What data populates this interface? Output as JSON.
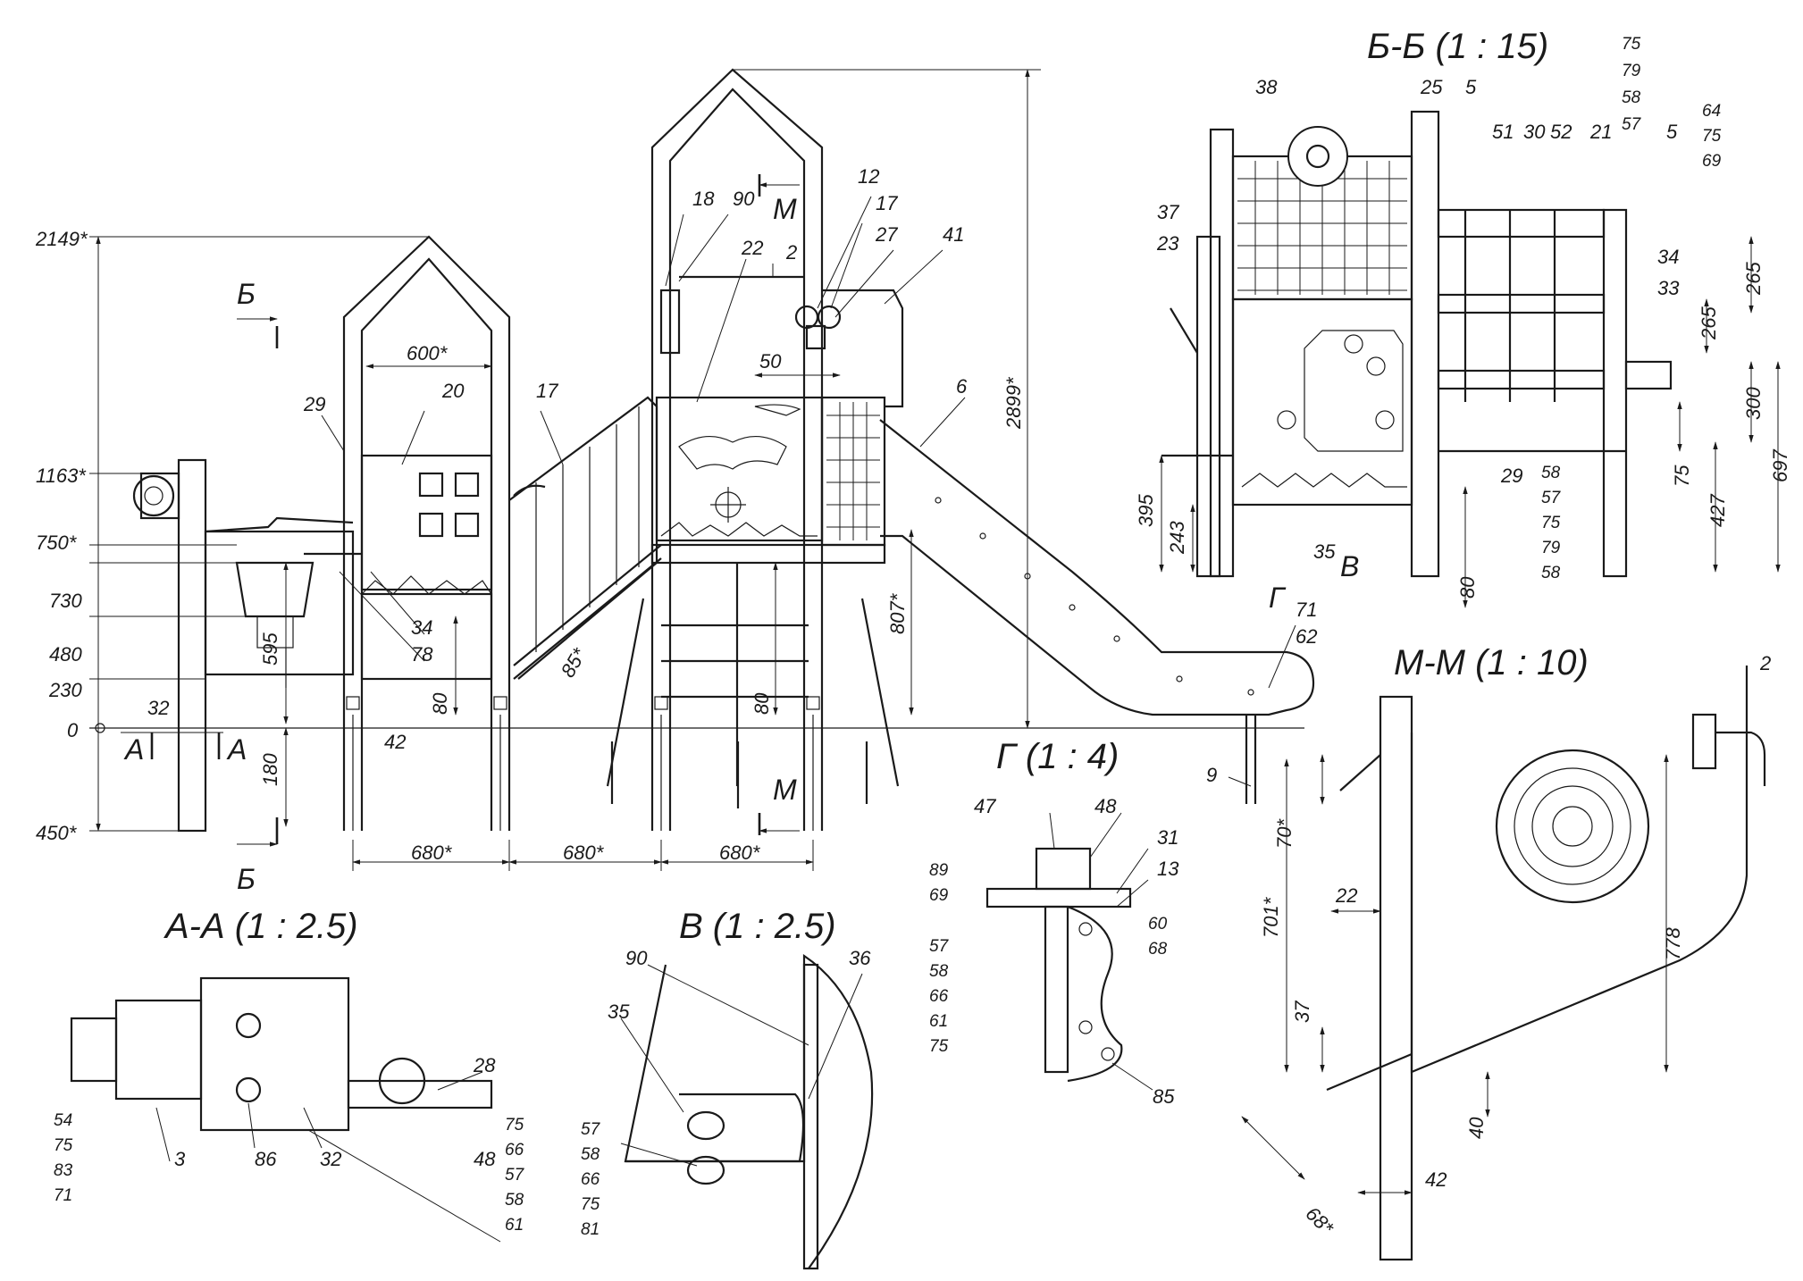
{
  "views": {
    "bb": "Б-Б (1 : 15)",
    "mm": "М-М (1 : 10)",
    "g": "Г (1 : 4)",
    "aa": "А-А (1 : 2.5)",
    "v": "В (1 : 2.5)"
  },
  "section_marks": {
    "b": "Б",
    "a": "А",
    "m": "М"
  },
  "main_view": {
    "left_dims": [
      "2149*",
      "1163*",
      "750*",
      "730",
      "480",
      "230",
      "0",
      "450*"
    ],
    "spans": [
      "680*",
      "680*",
      "680*"
    ],
    "inner": [
      "600*",
      "50",
      "595",
      "180",
      "42",
      "80",
      "80",
      "807*",
      "2899*",
      "85*"
    ],
    "callouts": [
      "29",
      "20",
      "17",
      "18",
      "90",
      "12",
      "17",
      "27",
      "22",
      "2",
      "41",
      "6",
      "34",
      "78",
      "32",
      "71",
      "62",
      "9"
    ]
  },
  "view_bb": {
    "callouts": [
      "38",
      "25",
      "5",
      "51",
      "30",
      "52",
      "21",
      "5",
      "37",
      "23",
      "34",
      "33",
      "29",
      "35"
    ],
    "stack_top": [
      "75",
      "79",
      "58",
      "57"
    ],
    "stack_top2": [
      "64",
      "75",
      "69"
    ],
    "stack_mid": [
      "58",
      "57",
      "75",
      "79",
      "58"
    ],
    "dims": [
      "265",
      "265",
      "300",
      "697",
      "75",
      "427",
      "395",
      "243",
      "80"
    ],
    "markers": [
      "В",
      "Г"
    ]
  },
  "view_mm": {
    "callouts": [
      "2"
    ],
    "dims": [
      "70*",
      "701*",
      "22",
      "778",
      "37",
      "40",
      "68*",
      "42"
    ]
  },
  "view_g": {
    "callouts": [
      "47",
      "48",
      "31",
      "13",
      "85"
    ],
    "stack_a": [
      "89",
      "69"
    ],
    "stack_b": [
      "60",
      "68"
    ],
    "stack_c": [
      "57",
      "58",
      "66",
      "61",
      "75"
    ]
  },
  "view_aa": {
    "callouts": [
      "28",
      "3",
      "86",
      "32",
      "48"
    ],
    "stack_a": [
      "54",
      "75",
      "83",
      "71"
    ],
    "stack_b": [
      "75",
      "66",
      "57",
      "58",
      "61"
    ]
  },
  "view_v": {
    "callouts": [
      "90",
      "36",
      "35"
    ],
    "stack_a": [
      "57",
      "58",
      "66",
      "75",
      "81"
    ]
  }
}
